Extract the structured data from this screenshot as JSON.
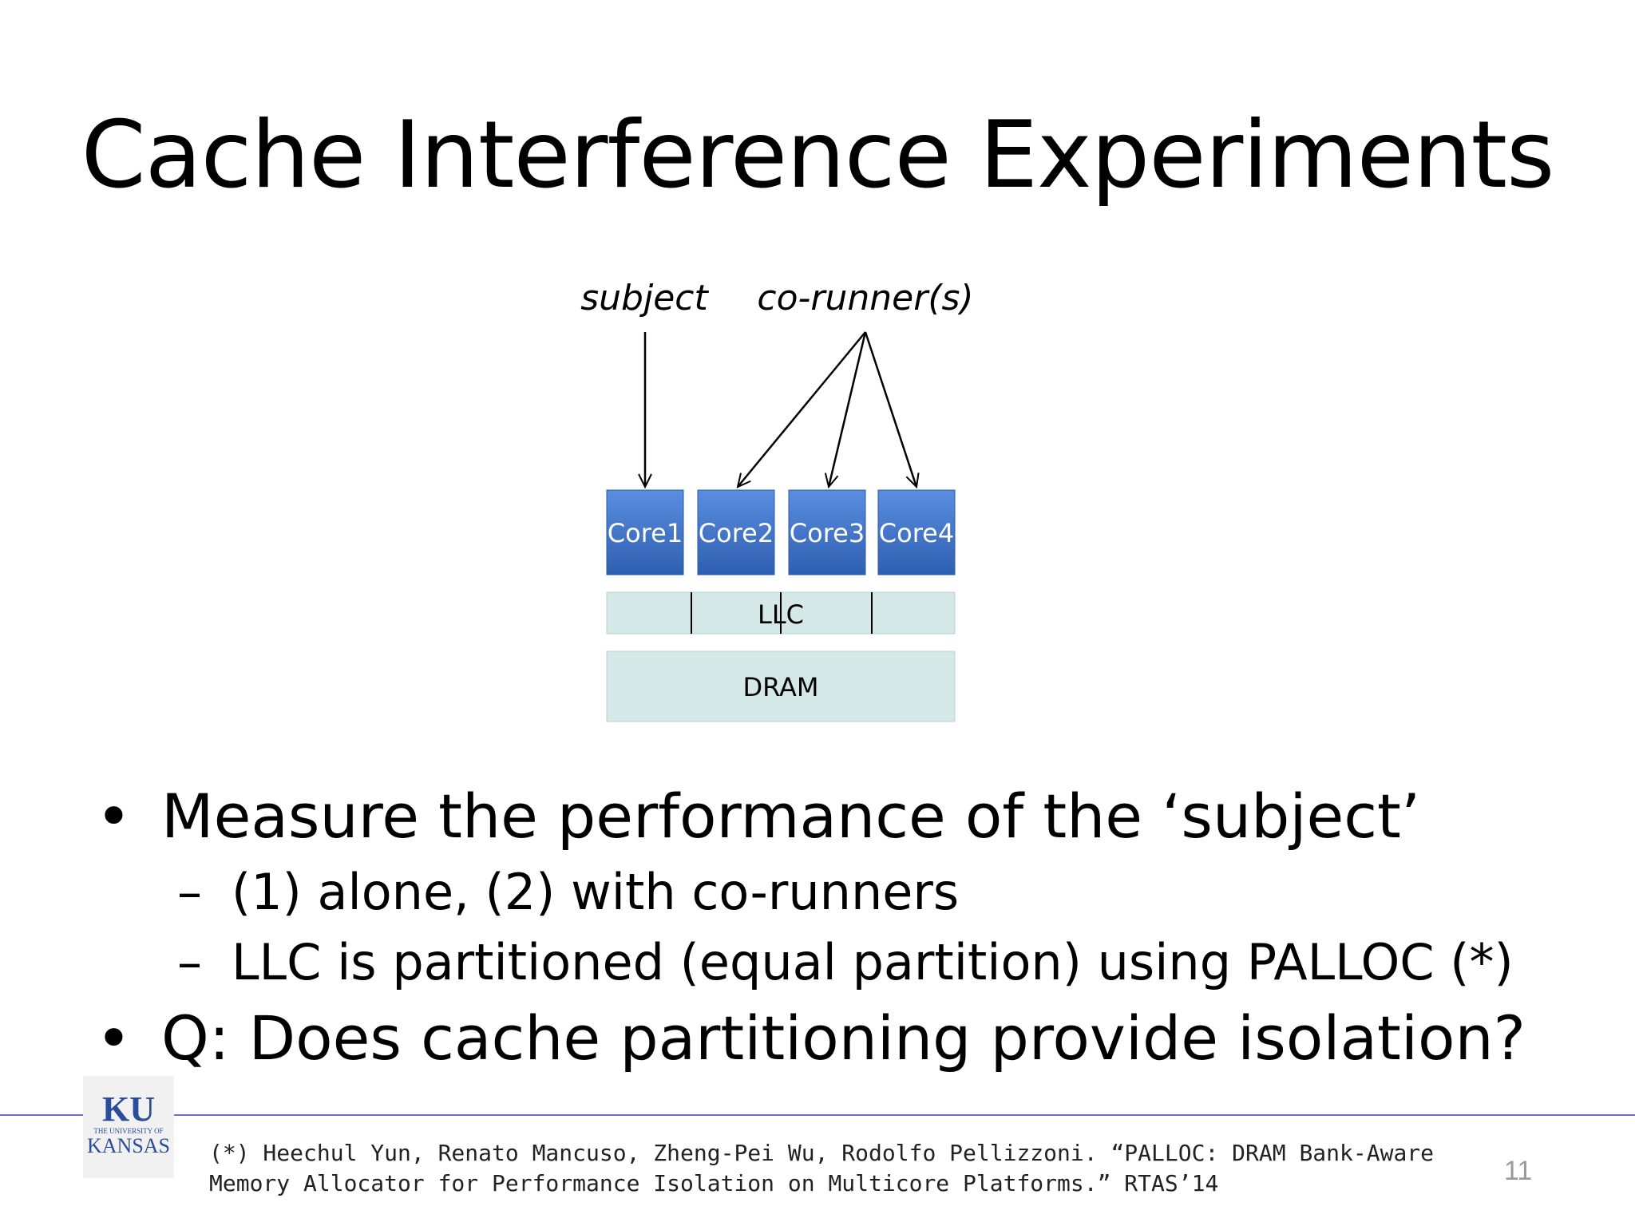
{
  "slide": {
    "title": "Cache Interference Experiments",
    "page_number": "11"
  },
  "diagram": {
    "labels": {
      "subject": "subject",
      "corunners": "co-runner(s)"
    },
    "cores": [
      "Core1",
      "Core2",
      "Core3",
      "Core4"
    ],
    "llc": "LLC",
    "dram": "DRAM",
    "colors": {
      "core": "#3f74c4",
      "memory": "#d3e8e7"
    }
  },
  "bullets": {
    "b1": "Measure the performance of the ‘subject’",
    "b1_subs": [
      "(1) alone, (2) with co-runners",
      "LLC is partitioned (equal partition) using PALLOC (*)"
    ],
    "b2": "Q: Does cache partitioning provide isolation?",
    "bullet_glyph": "•",
    "dash_glyph": "–"
  },
  "footer": {
    "logo": {
      "ku": "KU",
      "sub": "THE UNIVERSITY OF",
      "name": "KANSAS"
    },
    "citation": "(*) Heechul Yun, Renato Mancuso, Zheng-Pei Wu, Rodolfo Pellizzoni. “PALLOC: DRAM Bank-Aware Memory Allocator for Performance Isolation on Multicore Platforms.” RTAS’14",
    "line_color": "#7b68c6"
  }
}
